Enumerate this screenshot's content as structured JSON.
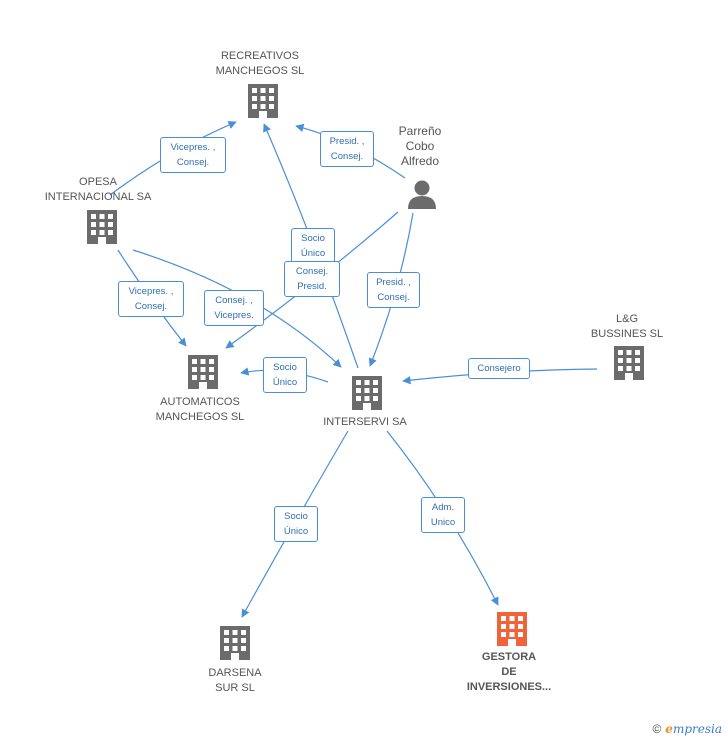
{
  "nodes": {
    "recreativos": {
      "label": "RECREATIVOS\nMANCHEGOS SL"
    },
    "opesa": {
      "label": "OPESA\nINTERNACIONAL SA"
    },
    "automaticos": {
      "label": "AUTOMATICOS\nMANCHEGOS SL"
    },
    "interservi": {
      "label": "INTERSERVI SA"
    },
    "lg": {
      "label": "L&G\nBUSSINES SL"
    },
    "darsena": {
      "label": "DARSENA\nSUR SL"
    },
    "gestora": {
      "label": "GESTORA\nDE\nINVERSIONES..."
    },
    "person": {
      "label": "Parreño\nCobo\nAlfredo"
    }
  },
  "edges": {
    "opesa_recreativos": "Vicepres. ,\nConsej.",
    "person_recreativos": "Presid. ,\nConsej.",
    "interservi_recreativos": "Socio\nÚnico",
    "person_automaticos": "Consej.\nPresid.",
    "person_interservi": "Presid. ,\nConsej.",
    "opesa_automaticos": "Vicepres. ,\nConsej.",
    "opesa_interservi": "Consej. ,\nVicepres.",
    "interservi_automaticos": "Socio\nÚnico",
    "lg_interservi": "Consejero",
    "interservi_darsena": "Socio\nÚnico",
    "interservi_gestora": "Adm.\nUnico"
  },
  "colors": {
    "edge": "#4a8fd6",
    "building": "#6b6b6b",
    "highlight": "#f0643a"
  },
  "footer": {
    "copyright": "©",
    "brand_e": "e",
    "brand_rest": "mpresia"
  }
}
